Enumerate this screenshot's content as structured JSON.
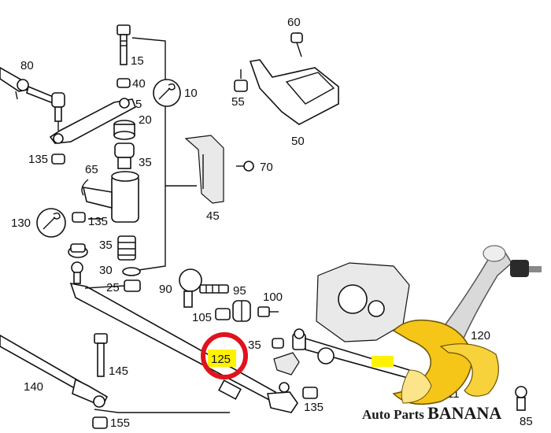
{
  "labels": {
    "l60": "60",
    "l80": "80",
    "l15": "15",
    "l40": "40",
    "l10": "10",
    "l5": "5",
    "l20": "20",
    "l55": "55",
    "l50": "50",
    "l135a": "135",
    "l35a": "35",
    "l70": "70",
    "l65": "65",
    "l45": "45",
    "l130": "130",
    "l135b": "135",
    "l35b": "35",
    "l30": "30",
    "l25": "25",
    "l90": "90",
    "l95": "95",
    "l100": "100",
    "l105": "105",
    "l35c": "35",
    "l125": "125",
    "l145": "145",
    "l140": "140",
    "l135c": "135",
    "l155": "155",
    "l120": "120",
    "l11": "11",
    "l85": "85"
  },
  "highlight_color": "#fff200",
  "circle_color": "#e0121b",
  "brand": {
    "prefix": "Auto Parts ",
    "name": "BANANA",
    "accent": "#f5c518"
  }
}
